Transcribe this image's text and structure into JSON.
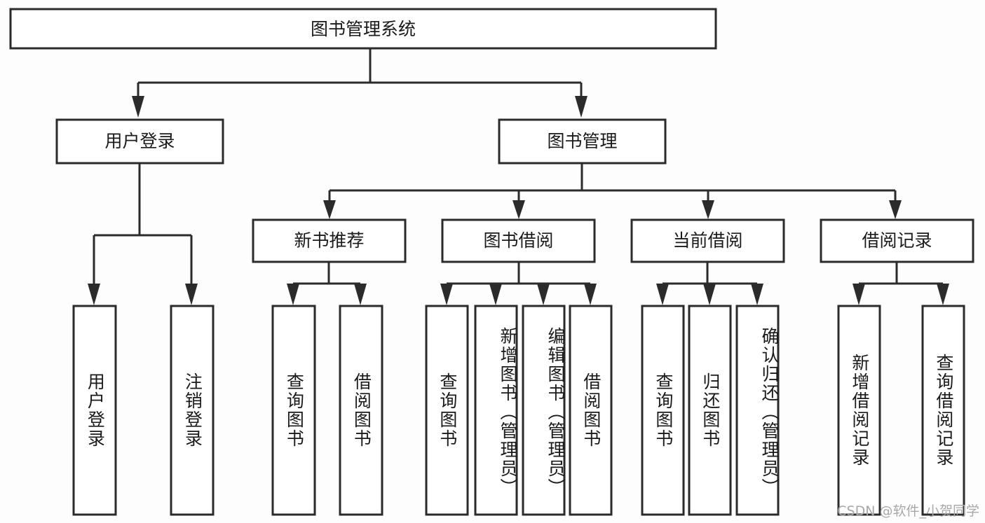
{
  "diagram": {
    "type": "tree-hierarchy",
    "root": {
      "id": "root",
      "label": "图书管理系统",
      "orientation": "horizontal"
    },
    "level2": [
      {
        "id": "user-login",
        "label": "用户登录",
        "orientation": "horizontal"
      },
      {
        "id": "book-management",
        "label": "图书管理",
        "orientation": "horizontal"
      }
    ],
    "level3": [
      {
        "id": "new-book-recommend",
        "label": "新书推荐",
        "orientation": "horizontal",
        "parent": "book-management"
      },
      {
        "id": "book-borrow",
        "label": "图书借阅",
        "orientation": "horizontal",
        "parent": "book-management"
      },
      {
        "id": "current-borrow",
        "label": "当前借阅",
        "orientation": "horizontal",
        "parent": "book-management"
      },
      {
        "id": "borrow-record",
        "label": "借阅记录",
        "orientation": "horizontal",
        "parent": "book-management"
      }
    ],
    "leaves": [
      {
        "id": "leaf-user-login",
        "label": "用户登录",
        "orientation": "vertical",
        "parent": "user-login"
      },
      {
        "id": "leaf-user-logout",
        "label": "注销登录",
        "orientation": "vertical",
        "parent": "user-login"
      },
      {
        "id": "leaf-query-book-1",
        "label": "查询图书",
        "orientation": "vertical",
        "parent": "new-book-recommend"
      },
      {
        "id": "leaf-borrow-book-1",
        "label": "借阅图书",
        "orientation": "vertical",
        "parent": "new-book-recommend"
      },
      {
        "id": "leaf-query-book-2",
        "label": "查询图书",
        "orientation": "vertical",
        "parent": "book-borrow"
      },
      {
        "id": "leaf-add-book",
        "label": "新增图书（管理员）",
        "orientation": "vertical",
        "parent": "book-borrow"
      },
      {
        "id": "leaf-edit-book",
        "label": "编辑图书（管理员）",
        "orientation": "vertical",
        "parent": "book-borrow"
      },
      {
        "id": "leaf-borrow-book-2",
        "label": "借阅图书",
        "orientation": "vertical",
        "parent": "book-borrow"
      },
      {
        "id": "leaf-query-book-3",
        "label": "查询图书",
        "orientation": "vertical",
        "parent": "current-borrow"
      },
      {
        "id": "leaf-return-book",
        "label": "归还图书",
        "orientation": "vertical",
        "parent": "current-borrow"
      },
      {
        "id": "leaf-confirm-return",
        "label": "确认归还（管理员）",
        "orientation": "vertical",
        "parent": "current-borrow"
      },
      {
        "id": "leaf-add-record",
        "label": "新增借阅记录",
        "orientation": "vertical",
        "parent": "borrow-record"
      },
      {
        "id": "leaf-query-record",
        "label": "查询借阅记录",
        "orientation": "vertical",
        "parent": "borrow-record"
      }
    ]
  },
  "watermark": {
    "text": "CSDN @软件_小贺同学"
  },
  "colors": {
    "stroke": "#2b2b2b",
    "box_fill": "#ffffff",
    "text": "#1a1a1a",
    "background": "#fdfdfd",
    "watermark": "#a8a8a8"
  }
}
